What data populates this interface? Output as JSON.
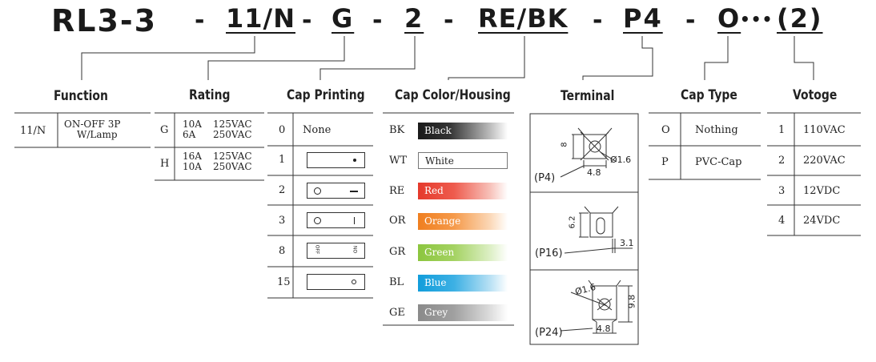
{
  "code": {
    "base": "RL3-3",
    "sep": "-",
    "function": "11/N",
    "rating": "G",
    "cap_printing": "2",
    "cap_color": "RE/BK",
    "terminal": "P4",
    "cap_type": "O",
    "dots": "•••",
    "voltage": "(2)"
  },
  "function": {
    "header": "Function",
    "rows": [
      {
        "code": "11/N",
        "desc1": "ON-OFF 3P",
        "desc2": "W/Lamp"
      }
    ]
  },
  "rating": {
    "header": "Rating",
    "rows": [
      {
        "code": "G",
        "l1a": "10A",
        "l1b": "125VAC",
        "l2a": "6A",
        "l2b": "250VAC"
      },
      {
        "code": "H",
        "l1a": "16A",
        "l1b": "125VAC",
        "l2a": "10A",
        "l2b": "250VAC"
      }
    ]
  },
  "cap_printing": {
    "header": "Cap Printing",
    "rows": [
      {
        "code": "0",
        "label": "None"
      },
      {
        "code": "1"
      },
      {
        "code": "2"
      },
      {
        "code": "3"
      },
      {
        "code": "8",
        "off": "OFF",
        "on": "ON"
      },
      {
        "code": "15"
      }
    ]
  },
  "cap_color": {
    "header": "Cap Color/Housing",
    "rows": [
      {
        "code": "BK",
        "name": "Black",
        "color": "#1a1a1a"
      },
      {
        "code": "WT",
        "name": "White",
        "color": "#ffffff"
      },
      {
        "code": "RE",
        "name": "Red",
        "color": "#e53a2c"
      },
      {
        "code": "OR",
        "name": "Orange",
        "color": "#f07f20"
      },
      {
        "code": "GR",
        "name": "Green",
        "color": "#8cc63f"
      },
      {
        "code": "BL",
        "name": "Blue",
        "color": "#129ddb"
      },
      {
        "code": "GE",
        "name": "Grey",
        "color": "#8a8a8a"
      }
    ]
  },
  "terminal": {
    "header": "Terminal",
    "items": [
      {
        "label": "(P4)",
        "dims": [
          "8",
          "Ø1.6",
          "4.8"
        ]
      },
      {
        "label": "(P16)",
        "dims": [
          "6.2",
          "3.1"
        ]
      },
      {
        "label": "(P24)",
        "dims": [
          "Ø1.6",
          "9.8",
          "4.8"
        ]
      }
    ]
  },
  "cap_type": {
    "header": "Cap Type",
    "rows": [
      {
        "code": "O",
        "label": "Nothing"
      },
      {
        "code": "P",
        "label": "PVC-Cap"
      }
    ]
  },
  "voltage": {
    "header": "Votoge",
    "rows": [
      {
        "code": "1",
        "label": "110VAC"
      },
      {
        "code": "2",
        "label": "220VAC"
      },
      {
        "code": "3",
        "label": "12VDC"
      },
      {
        "code": "4",
        "label": "24VDC"
      }
    ]
  }
}
